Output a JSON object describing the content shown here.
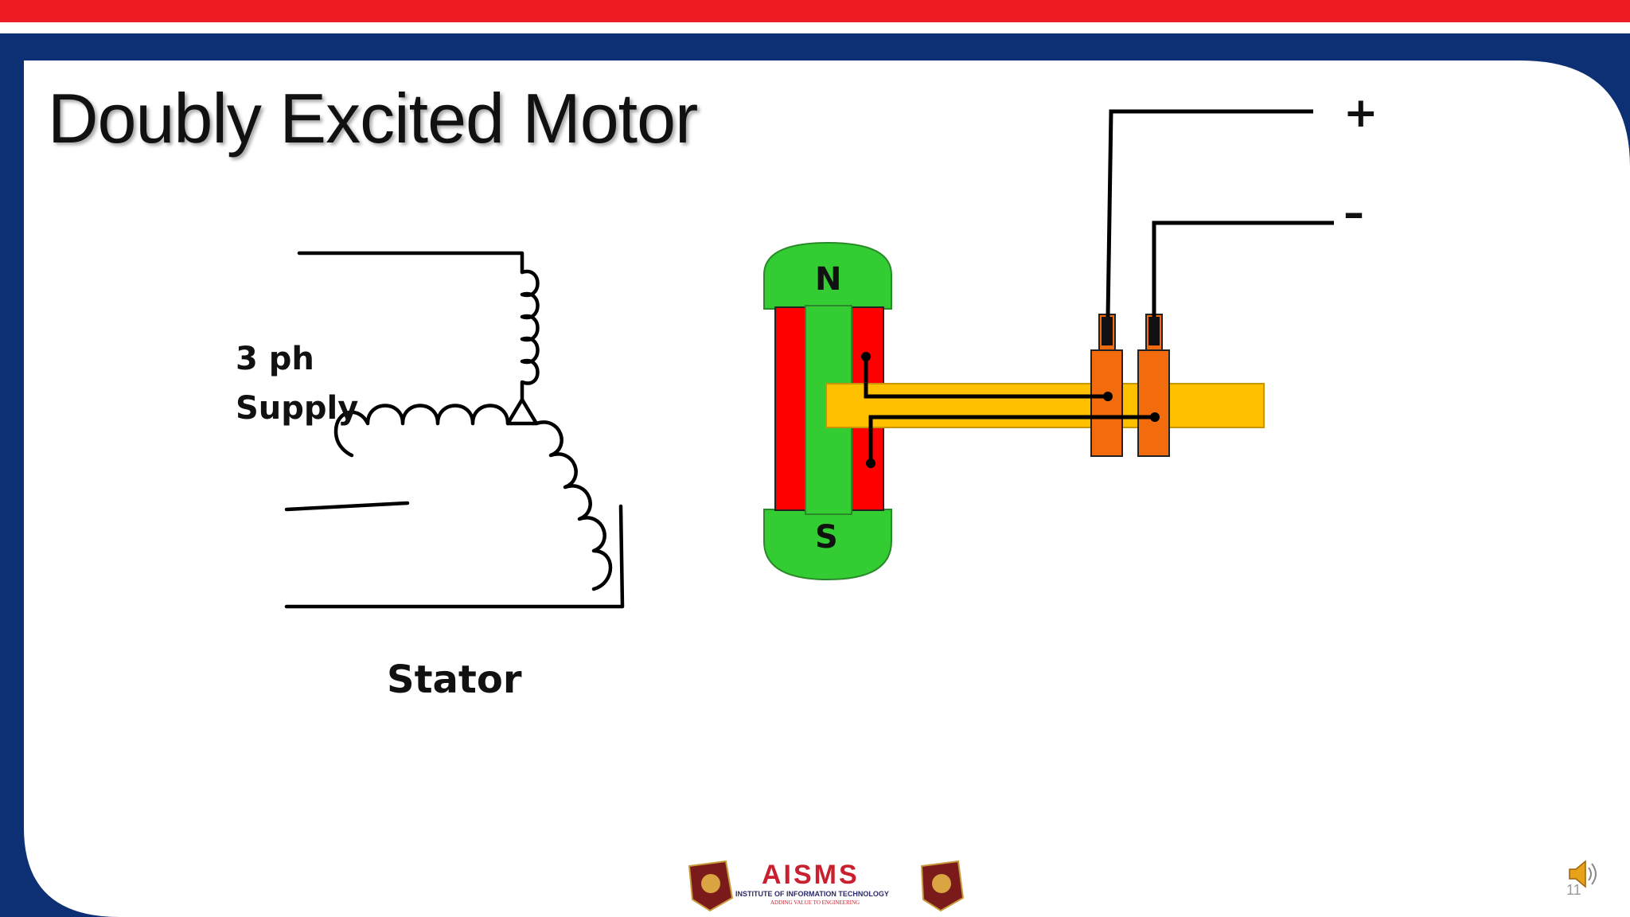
{
  "slide": {
    "title": "Doubly Excited Motor",
    "page_number": "11",
    "colors": {
      "top_bar": "#ed1c24",
      "frame": "#0d2f73",
      "rotor_pole": "#33cc33",
      "field_winding": "#ff0000",
      "shaft": "#ffc000",
      "slip_ring": "#f26b0c"
    }
  },
  "diagram": {
    "supply_label": "3 ph\nSupply",
    "stator_label": "Stator",
    "pole_north": "N",
    "pole_south": "S",
    "dc_positive": "+",
    "dc_negative": "–"
  },
  "footer": {
    "logo_name": "AISMS",
    "logo_institute": "INSTITUTE OF INFORMATION TECHNOLOGY",
    "logo_tagline": "ADDING VALUE TO ENGINEERING",
    "speaker_icon": "speaker-icon"
  }
}
